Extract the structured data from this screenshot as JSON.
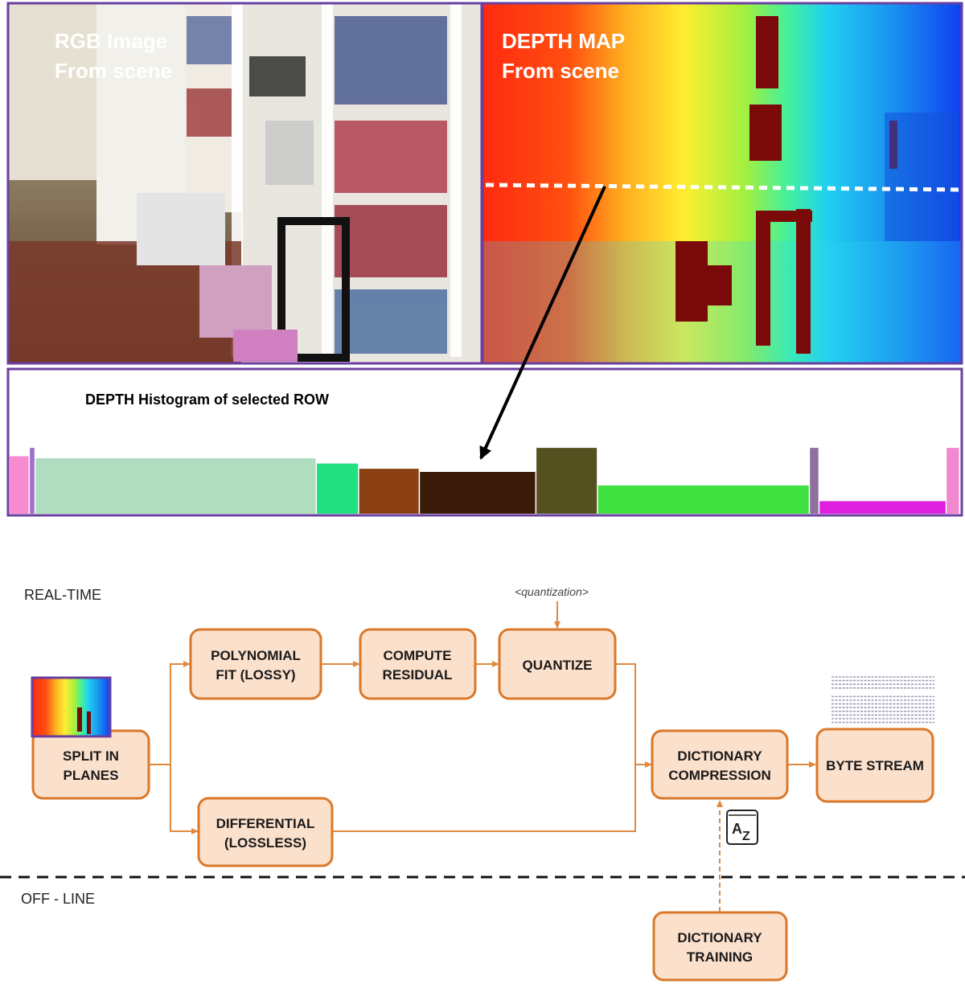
{
  "panels": {
    "rgb_label_line1": "RGB Image",
    "rgb_label_line2": "From scene",
    "depth_label_line1": "DEPTH MAP",
    "depth_label_line2": "From scene",
    "histogram_title": "DEPTH Histogram of selected ROW"
  },
  "histogram": {
    "segments": [
      {
        "value": 0.55,
        "color": "#f88ad0"
      },
      {
        "value": 0.63,
        "color": "#a070c8"
      },
      {
        "value": 0.53,
        "color": "#b0dcc0"
      },
      {
        "value": 0.48,
        "color": "#20e080"
      },
      {
        "value": 0.43,
        "color": "#8a4010"
      },
      {
        "value": 0.4,
        "color": "#3a1a08"
      },
      {
        "value": 0.63,
        "color": "#555020"
      },
      {
        "value": 0.27,
        "color": "#40e040"
      },
      {
        "value": 0.63,
        "color": "#9070a0"
      },
      {
        "value": 0.12,
        "color": "#e020e0"
      },
      {
        "value": 0.63,
        "color": "#f088d0"
      }
    ]
  },
  "sections": {
    "realtime": "REAL-TIME",
    "offline": "OFF - LINE"
  },
  "annotation": "<quantization>",
  "nodes": {
    "split": {
      "line1": "SPLIT IN",
      "line2": "PLANES"
    },
    "poly": {
      "line1": "POLYNOMIAL",
      "line2": "FIT (LOSSY)"
    },
    "residual": {
      "line1": "COMPUTE",
      "line2": "RESIDUAL"
    },
    "quantize": {
      "line1": "QUANTIZE"
    },
    "differential": {
      "line1": "DIFFERENTIAL",
      "line2": "(LOSSLESS)"
    },
    "dictcomp": {
      "line1": "DICTIONARY",
      "line2": "COMPRESSION"
    },
    "bytestream": {
      "line1": "BYTE STREAM"
    },
    "dicttrain": {
      "line1": "DICTIONARY",
      "line2": "TRAINING"
    }
  },
  "dictionary_icon": {
    "letter_1": "A",
    "letter_2": "Z"
  },
  "colors": {
    "node_fill": "#fbe0cc",
    "node_stroke": "#d9782a",
    "frame": "#6a3fa0",
    "arrow": "#e08a40"
  },
  "icons": [
    "depth-thumbnail-icon",
    "dictionary-icon",
    "byte-stream-hex-icon"
  ]
}
